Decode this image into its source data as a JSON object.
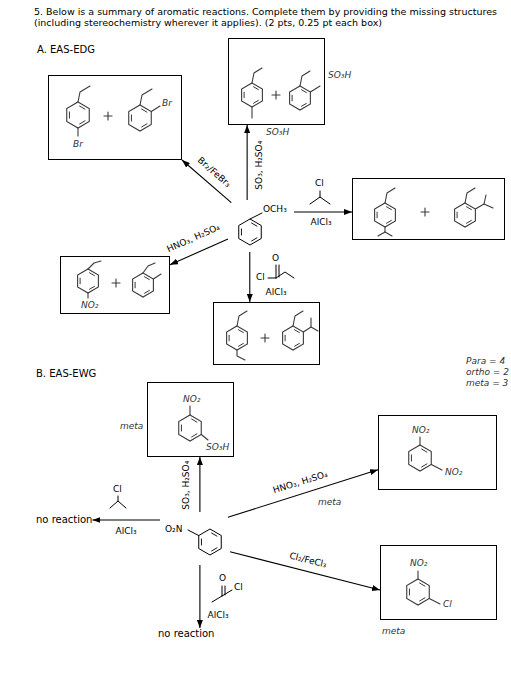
{
  "diagram": {
    "title": "5. Below is a summary of aromatic reactions. Complete them by providing the missing structures (including stereochemistry wherever it applies). (2 pts, 0.25 pt each box)",
    "nodes": [
      {
        "text": [
          "Br",
          "Br"
        ]
      },
      {
        "text": [
          "SO₃H"
        ]
      },
      {
        "text": [
          "OCH₃"
        ]
      },
      {
        "text": []
      },
      {
        "text": [
          "NO₂"
        ]
      },
      {
        "text": []
      },
      {
        "text": [
          "O₂N"
        ]
      },
      {
        "text": [
          "NO₂",
          "SO₃H"
        ]
      },
      {
        "text": [
          "no reaction"
        ]
      },
      {
        "text": [
          "NO₂",
          "NO₂"
        ]
      },
      {
        "text": [
          "NO₂",
          "Cl"
        ]
      },
      {
        "text": [
          "no reaction"
        ]
      }
    ],
    "edges": [
      {
        "from": 2,
        "to": 0,
        "arrow": "to",
        "label": "Br₂/FeBr₃"
      },
      {
        "from": 2,
        "to": 1,
        "arrow": "to",
        "label": "SO₃, H₂SO₄"
      },
      {
        "from": 2,
        "to": 3,
        "arrow": "to",
        "label": "AlCl₃"
      },
      {
        "from": 2,
        "to": 4,
        "arrow": "to",
        "label": "HNO₃, H₂SO₄"
      },
      {
        "from": 2,
        "to": 5,
        "arrow": "to",
        "label": "AlCl₃"
      },
      {
        "from": 6,
        "to": 7,
        "arrow": "to",
        "label": "SO₃, H₂SO₄"
      },
      {
        "from": 6,
        "to": 8,
        "arrow": "to",
        "label": "AlCl₃"
      },
      {
        "from": 6,
        "to": 9,
        "arrow": "to",
        "label": "HNO₃, H₂SO₄"
      },
      {
        "from": 6,
        "to": 10,
        "arrow": "to",
        "label": "Cl₂/FeCl₃"
      },
      {
        "from": 6,
        "to": 11,
        "arrow": "to",
        "label": "AlCl₃"
      }
    ],
    "labels": [
      "A. EAS-EDG",
      "SO₃H",
      "Cl",
      "O",
      "Cl",
      "Para = 4",
      "ortho = 2",
      "meta = 3",
      "B. EAS-EWG",
      "meta",
      "Cl",
      "meta",
      "O",
      "Cl",
      "meta"
    ]
  }
}
